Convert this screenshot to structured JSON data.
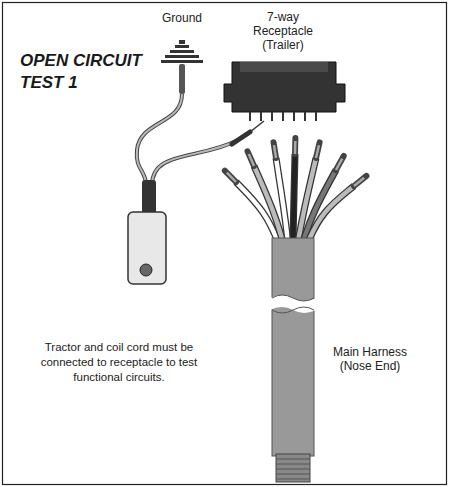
{
  "diagram": {
    "title": "OPEN CIRCUIT TEST 1",
    "labels": [
      "Ground",
      "7-way Receptacle (Trailer)",
      "Tractor and coil cord must be connected to receptacle to test functional circuits.",
      "Main Harness (Nose End)"
    ]
  }
}
